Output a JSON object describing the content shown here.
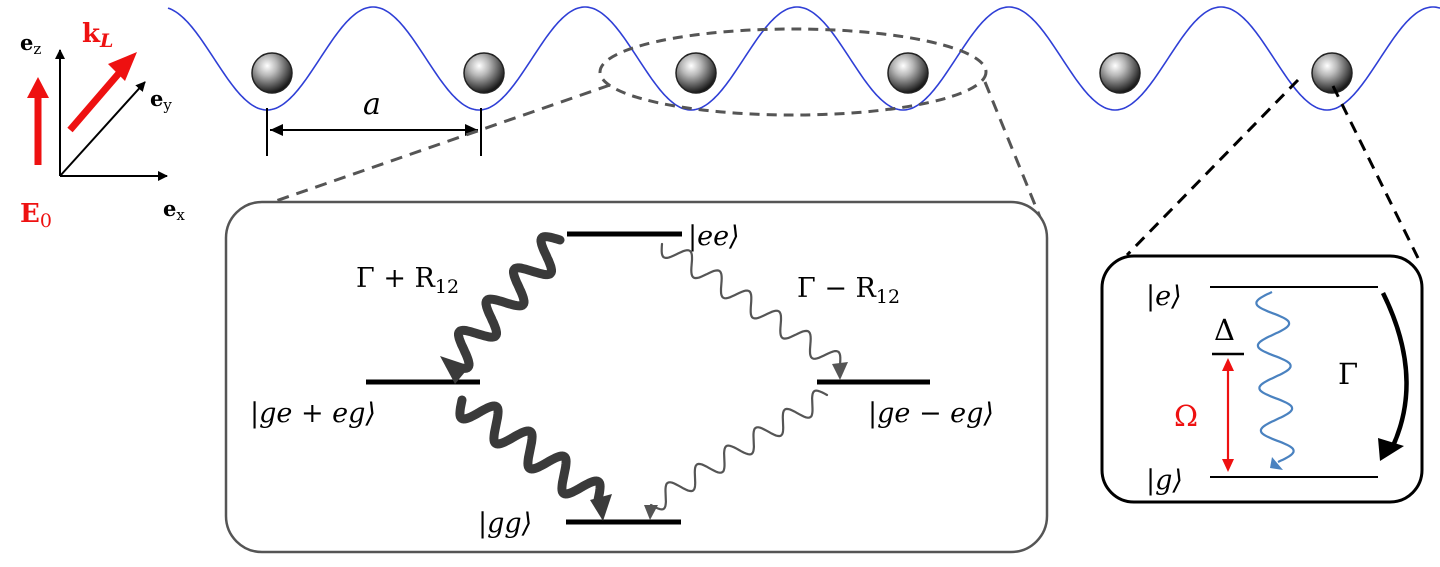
{
  "axes": {
    "ez": "e",
    "ez_sub": "z",
    "ey": "e",
    "ey_sub": "y",
    "ex": "e",
    "ex_sub": "x",
    "kL": "k",
    "kL_sub": "L",
    "E0": "E",
    "E0_sub": "0"
  },
  "lattice": {
    "spacing_label": "a",
    "atom_count": 6
  },
  "pair_diagram": {
    "level_ee": "|ee⟩",
    "level_plus": "|ge + eg⟩",
    "level_minus": "|ge − eg⟩",
    "level_gg": "|gg⟩",
    "rate_plus": "Γ + R",
    "rate_plus_sub": "12",
    "rate_minus": "Γ − R",
    "rate_minus_sub": "12"
  },
  "single_atom": {
    "level_e": "|e⟩",
    "level_g": "|g⟩",
    "detuning": "Δ",
    "rabi": "Ω",
    "decay": "Γ"
  },
  "colors": {
    "lattice": "#2f3fd6",
    "laser": "#ee1111",
    "wavy_blue": "#4a82c0",
    "dark_arrow": "#3a3a3a",
    "box_border": "#555555"
  }
}
